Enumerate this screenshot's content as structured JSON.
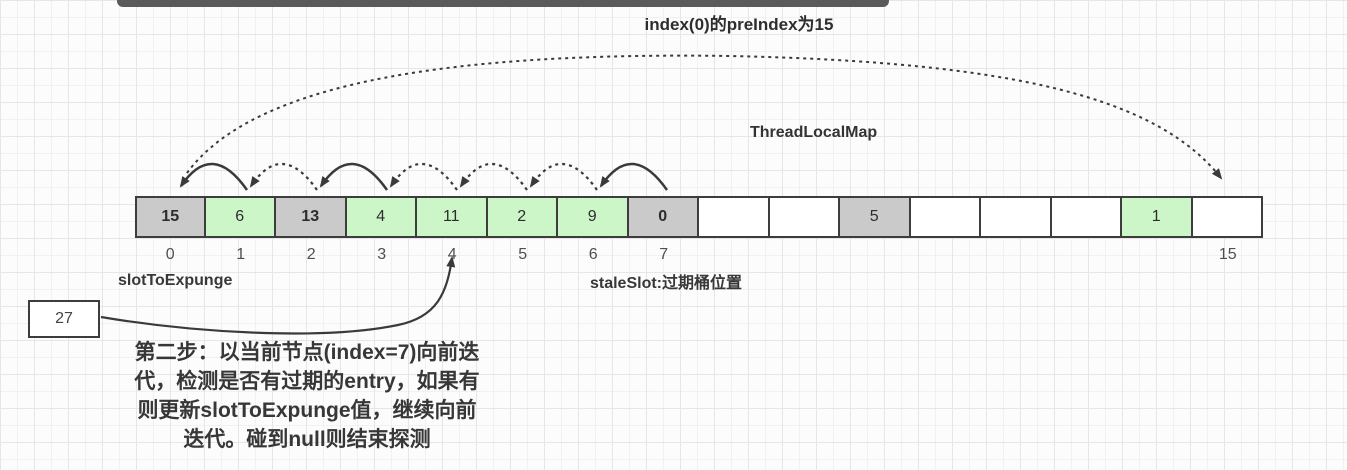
{
  "title": "index(0)的preIndex为15",
  "map_label": "ThreadLocalMap",
  "labels": {
    "slot_to_expunge": "slotToExpunge",
    "stale_slot": "staleSlot:过期桶位置",
    "pointer_box": "27"
  },
  "note_lines": [
    "第二步：以当前节点(index=7)向前迭",
    "代，检测是否有过期的entry，如果有",
    "则更新slotToExpunge值，继续向前",
    "迭代。碰到null则结束探测"
  ],
  "array": {
    "cells": [
      {
        "index": "0",
        "value": "15",
        "state": "stale",
        "bold": true
      },
      {
        "index": "1",
        "value": "6",
        "state": "live",
        "bold": false
      },
      {
        "index": "2",
        "value": "13",
        "state": "stale",
        "bold": true
      },
      {
        "index": "3",
        "value": "4",
        "state": "live",
        "bold": false
      },
      {
        "index": "4",
        "value": "11",
        "state": "live",
        "bold": false
      },
      {
        "index": "5",
        "value": "2",
        "state": "live",
        "bold": false
      },
      {
        "index": "6",
        "value": "9",
        "state": "live",
        "bold": false
      },
      {
        "index": "7",
        "value": "0",
        "state": "stale",
        "bold": true
      },
      {
        "index": "",
        "value": "",
        "state": "empty",
        "bold": false
      },
      {
        "index": "",
        "value": "",
        "state": "empty",
        "bold": false
      },
      {
        "index": "",
        "value": "5",
        "state": "stale",
        "bold": false
      },
      {
        "index": "",
        "value": "",
        "state": "empty",
        "bold": false
      },
      {
        "index": "",
        "value": "",
        "state": "empty",
        "bold": false
      },
      {
        "index": "",
        "value": "",
        "state": "empty",
        "bold": false
      },
      {
        "index": "",
        "value": "1",
        "state": "live",
        "bold": false
      },
      {
        "index": "15",
        "value": "",
        "state": "empty",
        "bold": false
      }
    ]
  },
  "arcs": {
    "hops": [
      {
        "from": 1,
        "to": 0,
        "style": "solid"
      },
      {
        "from": 2,
        "to": 1,
        "style": "dotted"
      },
      {
        "from": 3,
        "to": 2,
        "style": "solid"
      },
      {
        "from": 4,
        "to": 3,
        "style": "dotted"
      },
      {
        "from": 5,
        "to": 4,
        "style": "dotted"
      },
      {
        "from": 6,
        "to": 5,
        "style": "dotted"
      },
      {
        "from": 7,
        "to": 6,
        "style": "solid"
      }
    ],
    "wrap": {
      "from": 0,
      "to": 15,
      "style": "dotted"
    },
    "pointer": {
      "from": "box-27",
      "to": 4,
      "style": "solid"
    }
  },
  "colors": {
    "stale_fill": "#cacaca",
    "live_fill": "#cdf6c8",
    "empty_fill": "#ffffff",
    "border": "#3d3d3d",
    "stroke": "#3a3a3a",
    "bar": "#5a5a5a"
  }
}
